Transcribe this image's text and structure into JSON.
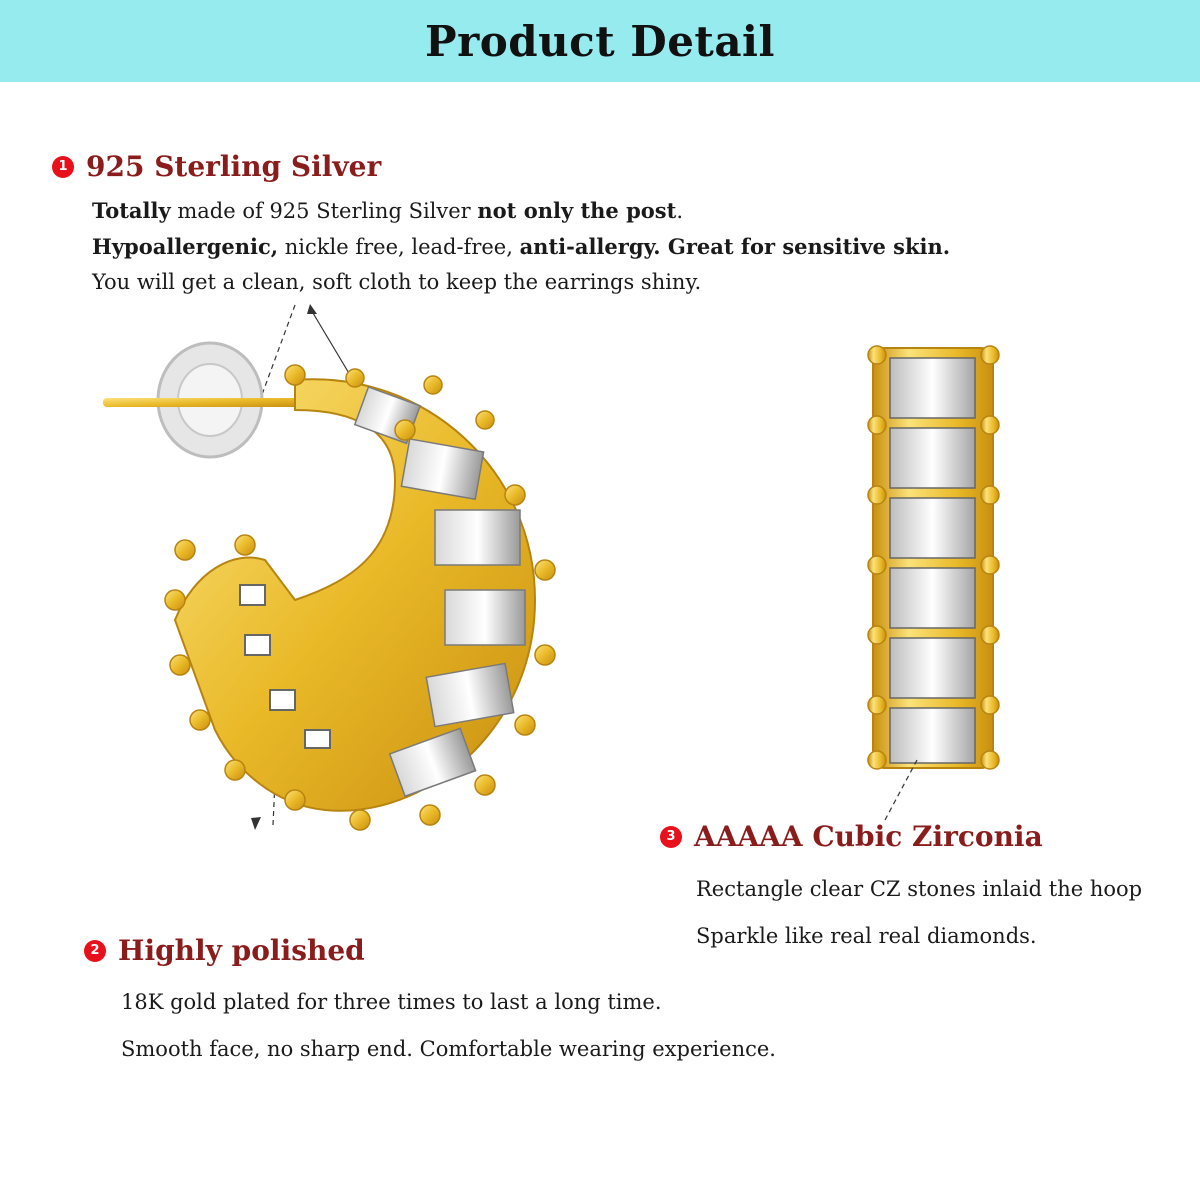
{
  "title": "Product Detail",
  "features": [
    {
      "number": "1",
      "heading": "925 Sterling Silver",
      "line1": {
        "b1": "Totally",
        "t1": " made of 925 Sterling Silver ",
        "b2": "not only the post",
        "t2": "."
      },
      "line2": {
        "b1": "Hypoallergenic,",
        "t1": " nickle free, lead-free, ",
        "b2": "anti-allergy. Great for sensitive skin.",
        "t2": ""
      },
      "line3": "You will get a clean, soft cloth to keep the earrings shiny."
    },
    {
      "number": "2",
      "heading": "Highly polished",
      "line1": "18K gold plated for three times to last a long time.",
      "line2": "Smooth face, no sharp end. Comfortable wearing experience."
    },
    {
      "number": "3",
      "heading": "AAAAA Cubic Zirconia",
      "line1": "Rectangle clear CZ stones inlaid the hoop",
      "line2": "Sparkle like real real diamonds."
    }
  ],
  "colors": {
    "banner": "#95ebee",
    "heading": "#8b1c1c",
    "badge": "#e8101a",
    "gold": "#e9b928"
  }
}
